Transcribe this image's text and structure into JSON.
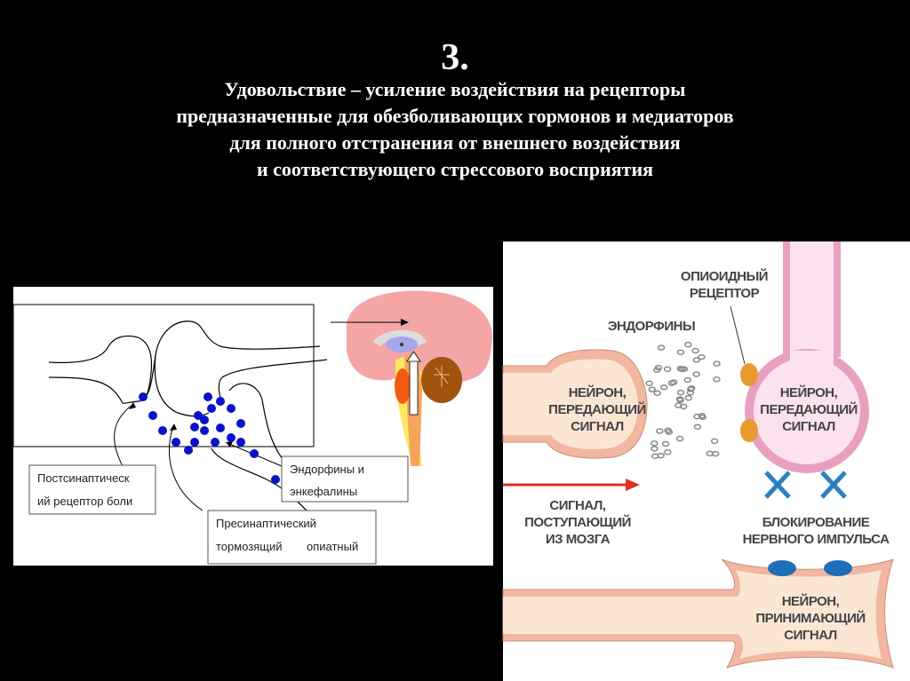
{
  "slide": {
    "number": "3.",
    "heading_lines": [
      "Удовольствие – усиление воздействия на рецепторы",
      "предназначенные для обезболивающих гормонов и медиаторов",
      "для полного отстранения от внешнего воздействия",
      "и соответствующего стрессового восприятия"
    ]
  },
  "left_diagram": {
    "labels": {
      "postsynaptic": [
        "Постсинаптическ",
        "ий рецептор боли"
      ],
      "endorphins": [
        "Эндорфины и",
        "энкефалины"
      ],
      "presynaptic": [
        "Пресинаптический",
        "тормозящий",
        "опиатный"
      ]
    }
  },
  "right_diagram": {
    "opioid_receptor": [
      "ОПИОИДНЫЙ",
      "РЕЦЕПТОР"
    ],
    "endorphins": "ЭНДОРФИНЫ",
    "neuron_left": [
      "НЕЙРОН,",
      "ПЕРЕДАЮЩИЙ",
      "СИГНАЛ"
    ],
    "neuron_right": [
      "НЕЙРОН,",
      "ПЕРЕДАЮЩИЙ",
      "СИГНАЛ"
    ],
    "signal": [
      "СИГНАЛ,",
      "ПОСТУПАЮЩИЙ",
      "ИЗ МОЗГА"
    ],
    "blocking": [
      "БЛОКИРОВАНИЕ",
      "НЕРВНОГО ИМПУЛЬСА"
    ],
    "neuron_receiving": [
      "НЕЙРОН,",
      "ПРИНИМАЮЩИЙ",
      "СИГНАЛ"
    ]
  }
}
